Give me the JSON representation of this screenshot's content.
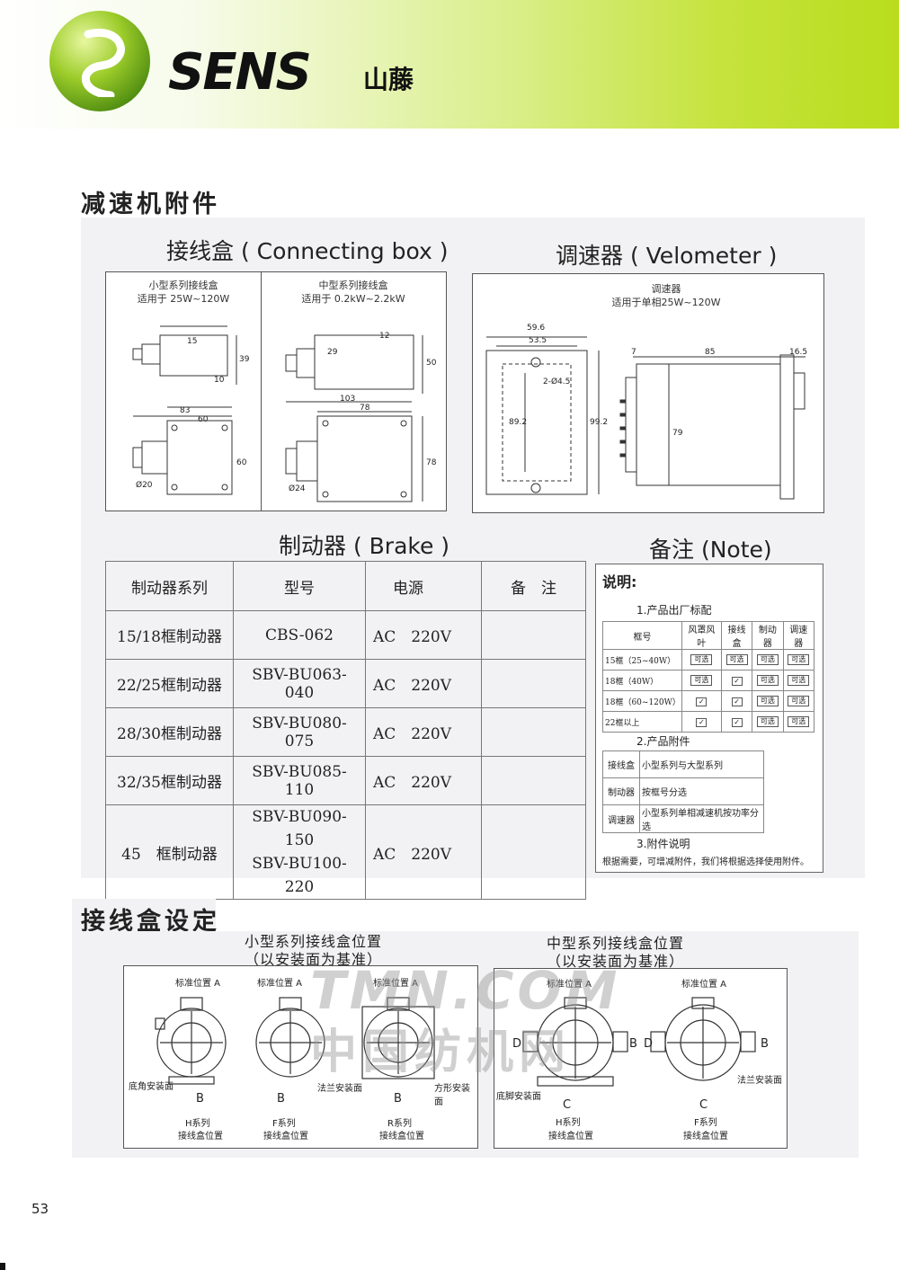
{
  "header": {
    "brand": "SENS",
    "brand_cn": "山藤"
  },
  "section_accessories": "减速机附件",
  "connecting_box": {
    "title": "接线盒 ( Connecting box )",
    "small": {
      "label": "小型系列接线盒",
      "range": "适用于 25W~120W"
    },
    "medium": {
      "label": "中型系列接线盒",
      "range": "适用于 0.2kW~2.2kW"
    },
    "dims_small": [
      "15",
      "39",
      "10",
      "83",
      "60",
      "60",
      "Ø20"
    ],
    "dims_medium": [
      "12",
      "29",
      "50",
      "103",
      "78",
      "78",
      "Ø24"
    ]
  },
  "velometer": {
    "title": "调速器 ( Velometer )",
    "label": "调速器",
    "range": "适用于单相25W~120W",
    "dims": [
      "59.6",
      "53.5",
      "2-Ø4.5",
      "89.2",
      "99.2",
      "7",
      "85",
      "16.5",
      "79"
    ]
  },
  "brake": {
    "title": "制动器 ( Brake )",
    "headers": [
      "制动器系列",
      "型号",
      "电源",
      "备　注"
    ],
    "rows": [
      {
        "series": "15/18框制动器",
        "model": "CBS-062",
        "model2": "",
        "power": "AC　220V"
      },
      {
        "series": "22/25框制动器",
        "model": "SBV-BU063-040",
        "model2": "",
        "power": "AC　220V"
      },
      {
        "series": "28/30框制动器",
        "model": "SBV-BU080-075",
        "model2": "",
        "power": "AC　220V"
      },
      {
        "series": "32/35框制动器",
        "model": "SBV-BU085-110",
        "model2": "",
        "power": "AC　220V"
      },
      {
        "series": "45　框制动器",
        "model": "SBV-BU090-150",
        "model2": "SBV-BU100-220",
        "power": "AC　220V"
      }
    ]
  },
  "note": {
    "title": "备注 (Note)",
    "heading": "说明:",
    "s1": "1.产品出厂标配",
    "t1_headers": [
      "框号",
      "风罩风叶",
      "接线盒",
      "制动器",
      "调速器"
    ],
    "t1_rows": [
      [
        "15框（25~40W）",
        "可选",
        "可选",
        "可选",
        "可选"
      ],
      [
        "18框（40W）",
        "可选",
        "✓",
        "可选",
        "可选"
      ],
      [
        "18框（60~120W）",
        "✓",
        "✓",
        "可选",
        "可选"
      ],
      [
        "22框以上",
        "✓",
        "✓",
        "可选",
        "可选"
      ]
    ],
    "s2": "2.产品附件",
    "t2_rows": [
      [
        "接线盒",
        "小型系列与大型系列"
      ],
      [
        "制动器",
        "按框号分选"
      ],
      [
        "调速器",
        "小型系列单相减速机按功率分选"
      ]
    ],
    "s3": "3.附件说明",
    "s3_text": "根据需要，可增减附件，我们将根据选择使用附件。"
  },
  "setting": {
    "title": "接线盒设定",
    "small_title": "小型系列接线盒位置",
    "small_sub": "（以安装面为基准）",
    "medium_title": "中型系列接线盒位置",
    "medium_sub": "（以安装面为基准）",
    "std_pos": "标准位置 A",
    "small_views": [
      {
        "mount": "底角安装面",
        "bottom": "B",
        "series": "H系列",
        "caption": "接线盒位置"
      },
      {
        "mount": "法兰安装面",
        "bottom": "B",
        "series": "F系列",
        "caption": "接线盒位置"
      },
      {
        "mount": "方形安装面",
        "bottom": "B",
        "series": "R系列",
        "caption": "接线盒位置"
      }
    ],
    "medium_views": [
      {
        "mount": "底脚安装面",
        "bottom": "C",
        "left": "D",
        "right": "B",
        "series": "H系列",
        "caption": "接线盒位置"
      },
      {
        "mount": "法兰安装面",
        "bottom": "C",
        "left": "D",
        "right": "B",
        "series": "F系列",
        "caption": "接线盒位置"
      }
    ]
  },
  "watermark": {
    "line1": "TMN.COM",
    "line2": "中国纺机网"
  },
  "page_number": "53"
}
